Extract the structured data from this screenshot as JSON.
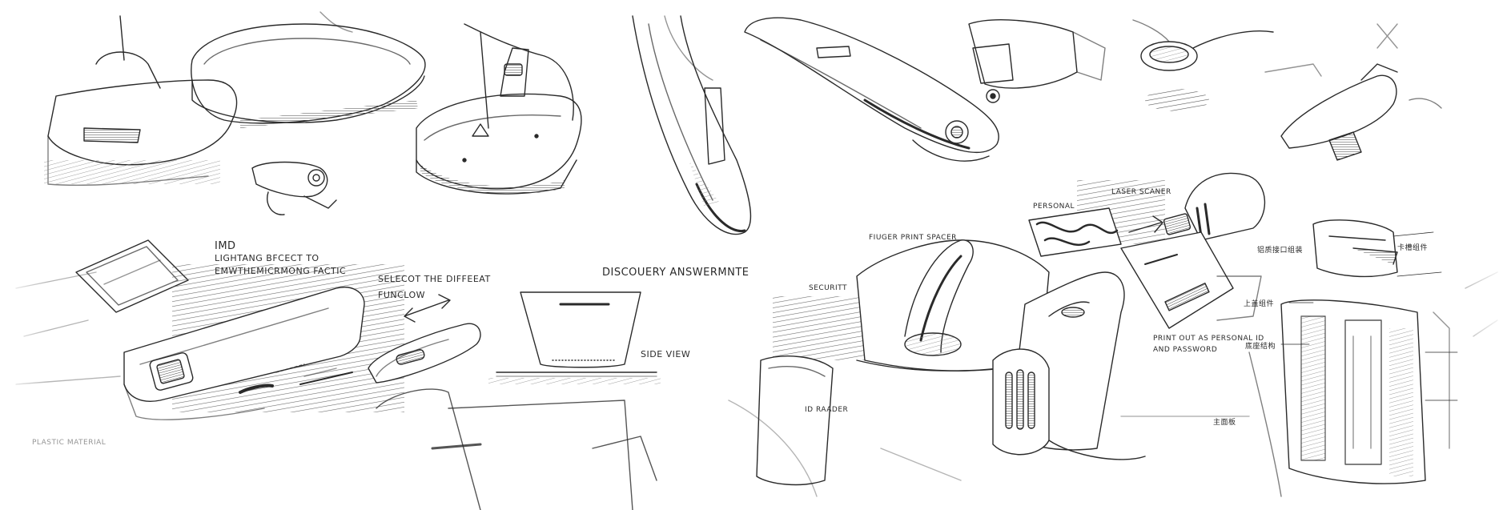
{
  "labels": {
    "imd": "IMD",
    "light_line1": "LIGHTANG BFCECT TO",
    "light_line2": "EMWTHEMICRMONG FACTIC",
    "select_line1": "SELECOT THE DIFFEEAT",
    "select_line2": "FUNCLOW",
    "discovery": "DISCOUERY ANSWERMNTE",
    "side_view": "SIDE VIEW",
    "personal": "PERSONAL",
    "laser_scaner": "LASER SCANER",
    "finger_print": "FIUGER PRINT SPACER",
    "security": "SECURITT",
    "id_reader": "ID RAADER",
    "print_line1": "PRINT OUT AS PERSONAL ID",
    "print_line2": "AND PASSWORD",
    "plastic": "PLASTIC MATERIAL",
    "cn_1": "铝质接口组装",
    "cn_2": "卡槽组件",
    "cn_3": "上盖组件",
    "cn_4": "底座结构",
    "cn_5": "主面板"
  },
  "colors": {
    "ink": "#2a2a2a",
    "hatch": "#555555",
    "paper": "#ffffff"
  }
}
